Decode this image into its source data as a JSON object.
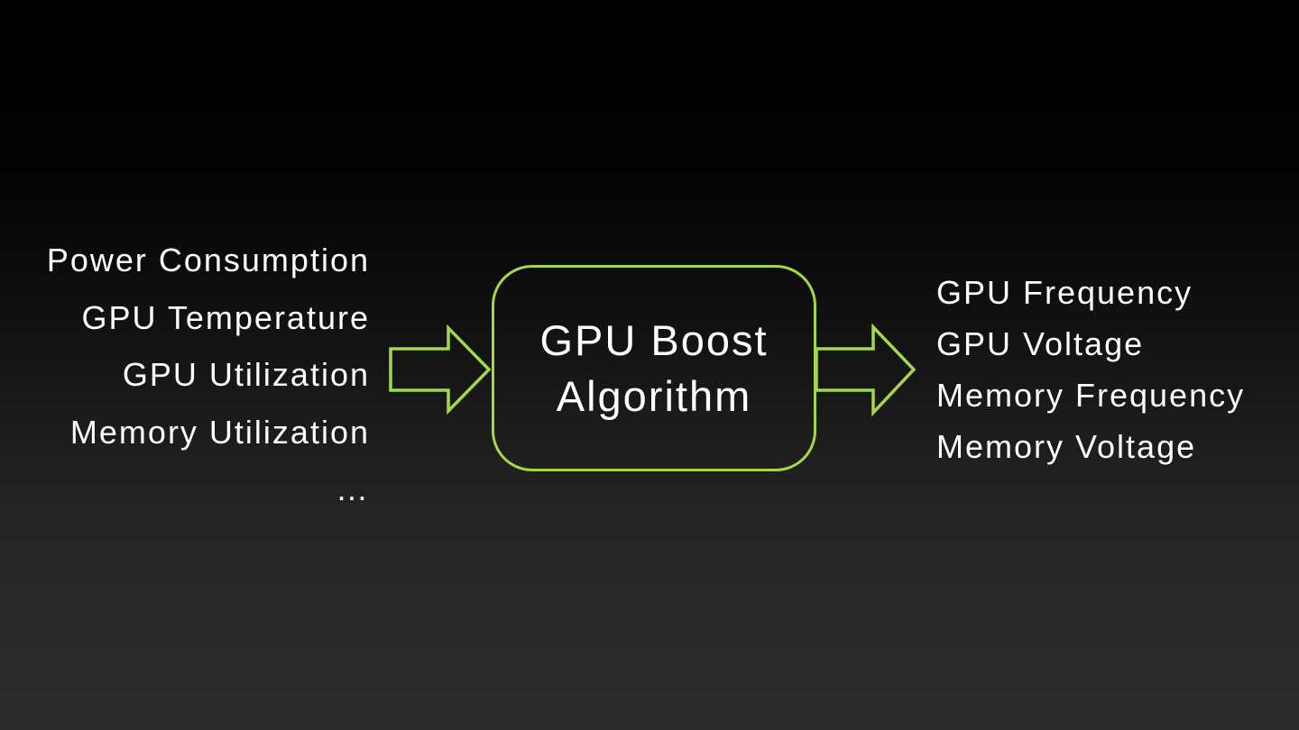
{
  "colors": {
    "accent": "#a5d74b",
    "text": "#ffffff",
    "bg_top": "#000000",
    "bg_bottom": "#2c2c2c"
  },
  "diagram": {
    "inputs": [
      "Power Consumption",
      "GPU Temperature",
      "GPU Utilization",
      "Memory Utilization",
      "…"
    ],
    "process": {
      "line1": "GPU Boost",
      "line2": "Algorithm"
    },
    "outputs": [
      "GPU Frequency",
      "GPU Voltage",
      "Memory Frequency",
      "Memory Voltage"
    ]
  }
}
